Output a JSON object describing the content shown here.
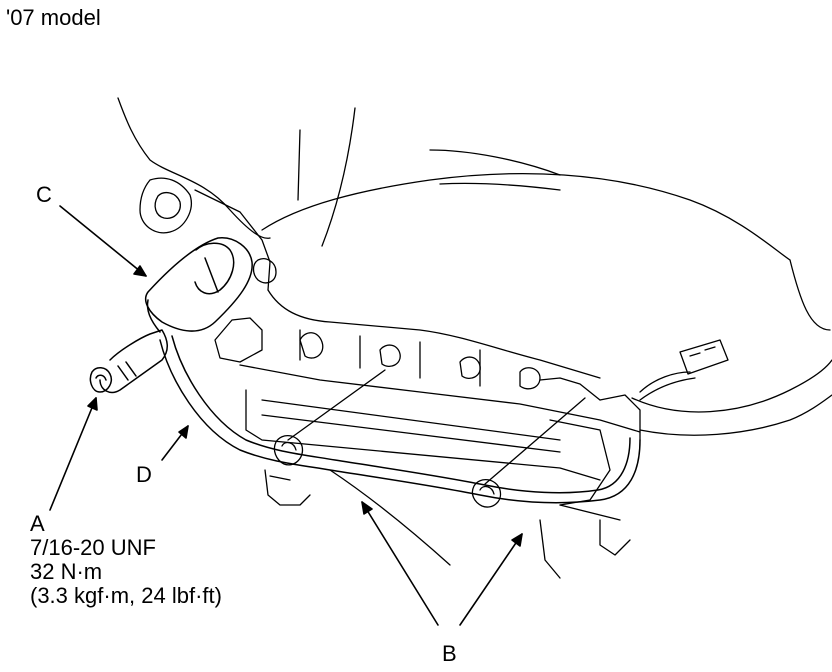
{
  "title": "'07 model",
  "callouts": {
    "a": {
      "letter": "A",
      "thread": "7/16-20 UNF",
      "torque_metric": "32 N·m",
      "torque_imperial": "(3.3 kgf·m, 24 lbf·ft)"
    },
    "b": {
      "letter": "B"
    },
    "c": {
      "letter": "C"
    },
    "d": {
      "letter": "D"
    }
  },
  "colors": {
    "ink": "#000000",
    "paper": "#ffffff"
  }
}
